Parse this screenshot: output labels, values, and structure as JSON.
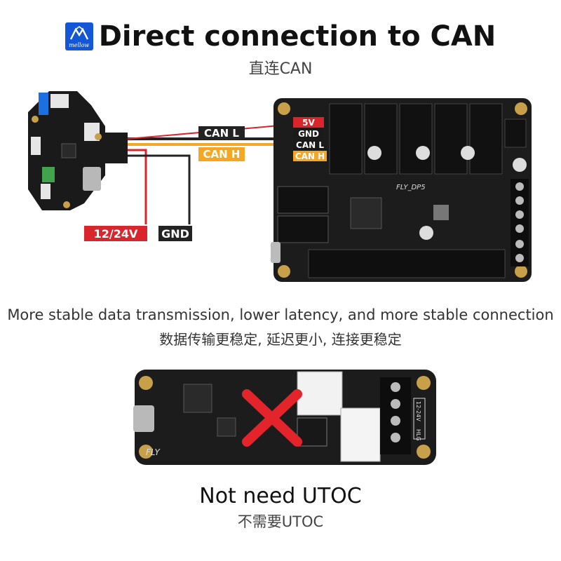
{
  "header": {
    "logo_brand": "mellow",
    "title": "Direct connection to CAN",
    "subtitle": "直连CAN"
  },
  "wiring": {
    "can_l": "CAN L",
    "can_h": "CAN H",
    "power": "12/24V",
    "gnd": "GND",
    "board_5v": "5V",
    "board_gnd": "GND",
    "board_can_l": "CAN L",
    "board_can_h": "CAN H",
    "board_name": "FLY_DP5",
    "colors": {
      "can_l": "#232323",
      "can_h": "#f5a623",
      "power": "#d9262c",
      "gnd": "#232323"
    }
  },
  "middle": {
    "english": "More stable data transmission, lower latency, and more stable connection",
    "chinese": "数据传输更稳定, 延迟更小, 连接更稳定"
  },
  "footer_board": {
    "silk_fly": "FLY",
    "silk_voltage": "12-24V",
    "silk_hlg": "HLG"
  },
  "bottom": {
    "english": "Not need UTOC",
    "chinese": "不需要UTOC"
  }
}
